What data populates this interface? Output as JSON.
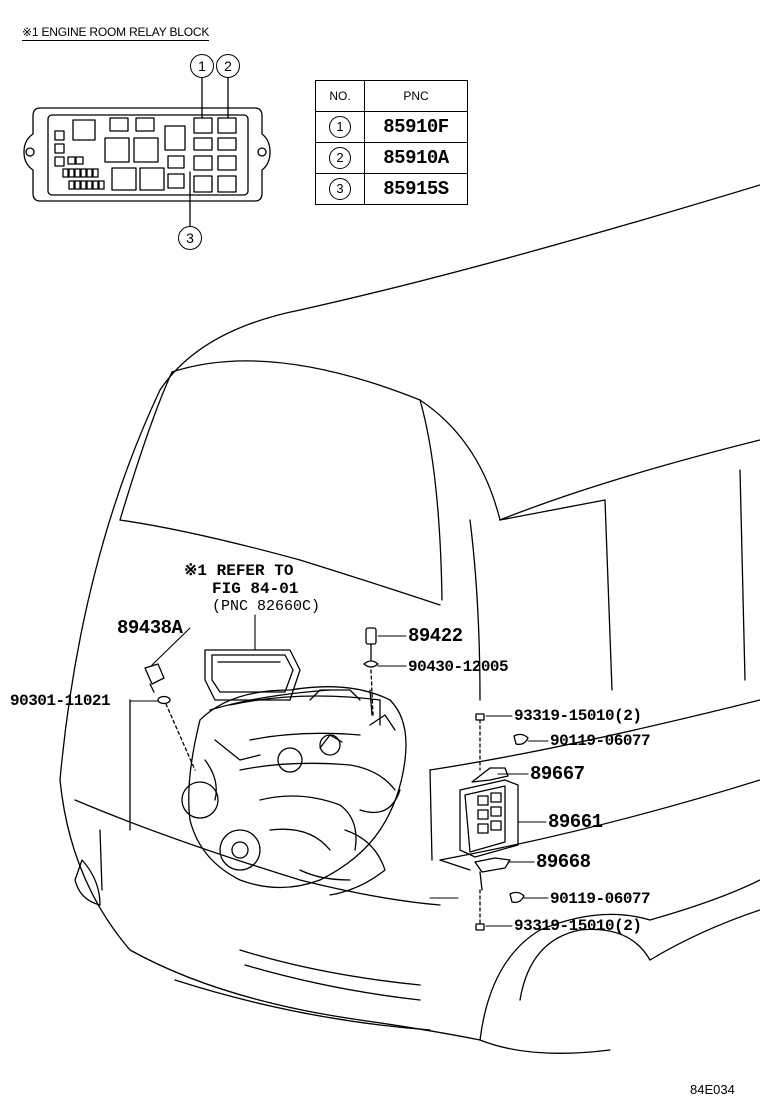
{
  "diagram": {
    "caption": "※1 ENGINE ROOM RELAY BLOCK",
    "figure_code": "84E034",
    "relay_markers": [
      "1",
      "2",
      "3"
    ],
    "table": {
      "headers": [
        "NO.",
        "PNC"
      ],
      "rows": [
        {
          "no": "1",
          "pnc": "85910F"
        },
        {
          "no": "2",
          "pnc": "85910A"
        },
        {
          "no": "3",
          "pnc": "85915S"
        }
      ]
    },
    "refer_note": {
      "line1": "※1 REFER TO",
      "line2": "FIG 84-01",
      "line3": "(PNC 82660C)"
    },
    "parts": {
      "p89438A": "89438A",
      "p90301": "90301-11021",
      "p89422": "89422",
      "p90430": "90430-12005",
      "p93319_top": "93319-15010(2)",
      "p90119_top": "90119-06077",
      "p89667": "89667",
      "p89661": "89661",
      "p89668": "89668",
      "p90119_bot": "90119-06077",
      "p93319_bot": "93319-15010(2)"
    }
  }
}
